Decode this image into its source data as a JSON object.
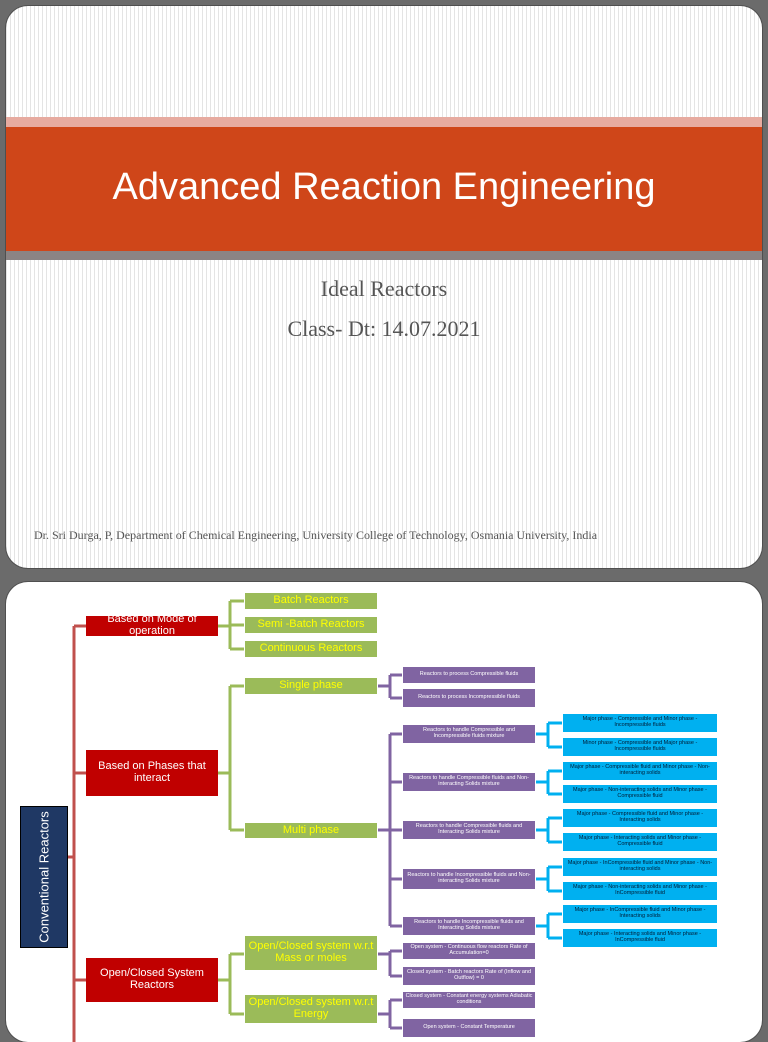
{
  "slide1": {
    "title": "Advanced Reaction Engineering",
    "subtitle": "Ideal Reactors",
    "class_date": "Class- Dt: 14.07.2021",
    "footer": "Dr. Sri Durga, P, Department of Chemical Engineering, University College of Technology, Osmania University, India"
  },
  "slide2": {
    "root": "Conventional Reactors",
    "mode": {
      "label": "Based on Mode of operation",
      "items": [
        "Batch Reactors",
        "Semi -Batch Reactors",
        "Continuous Reactors"
      ]
    },
    "phases": {
      "label": "Based on Phases that interact",
      "single": {
        "label": "Single phase",
        "items": [
          "Reactors to process Compressible fluids",
          "Reactors to process Incompressible fluids"
        ]
      },
      "multi": {
        "label": "Multi phase",
        "groups": [
          {
            "label": "Reactors to handle Compressible and Incompressible fluids mixture",
            "items": [
              "Major phase - Compressible and Minor phase - Incompressible fluids",
              "Minor phase - Compressible and Major phase - Incompressible fluids"
            ]
          },
          {
            "label": "Reactors to handle Compressible fluids and Non- interacting Solids mixture",
            "items": [
              "Major phase - Compressible fluid and Minor phase - Non-interacting solids",
              "Major phase - Non-interacting solids and Minor phase - Compressible fluid"
            ]
          },
          {
            "label": "Reactors to handle Compressible fluids and Interacting Solids mixture",
            "items": [
              "Major phase - Compressible fluid and Minor phase - Interacting solids",
              "Major phase - Interacting solids and Minor phase - Compressible fluid"
            ]
          },
          {
            "label": "Reactors to handle Incompressible fluids and Non-interacting Solids mixture",
            "items": [
              "Major phase - InCompressible fluid and Minor phase - Non-interacting solids",
              "Major phase - Non-interacting solids and Minor phase - InCompressible fluid"
            ]
          },
          {
            "label": "Reactors to handle Incompressible fluids and Interacting Solids mixture",
            "items": [
              "Major phase - InCompressible fluid and Minor phase - Interacting solids",
              "Major phase - Interacting solids and Minor phase - InCompressible fluid"
            ]
          }
        ]
      }
    },
    "system": {
      "label": "Open/Closed System Reactors",
      "mass": {
        "label": "Open/Closed system w.r.t Mass or moles",
        "items": [
          "Open system - Continuous flow reactors Rate of Accumulation=0",
          "Closed system - Batch reactors Rate of (Inflow and Outflow) = 0"
        ]
      },
      "energy": {
        "label": "Open/Closed system w.r.t Energy",
        "items": [
          "Closed system - Constant energy systems Adiabatic conditions",
          "Open system - Constant Temperature"
        ]
      }
    }
  },
  "colors": {
    "orange": "#cf4619",
    "red": "#c00000",
    "green": "#9bbb59",
    "purple": "#8064a2",
    "blue": "#00b0f0",
    "navy": "#1f3864",
    "connector_red": "#c0504d"
  }
}
